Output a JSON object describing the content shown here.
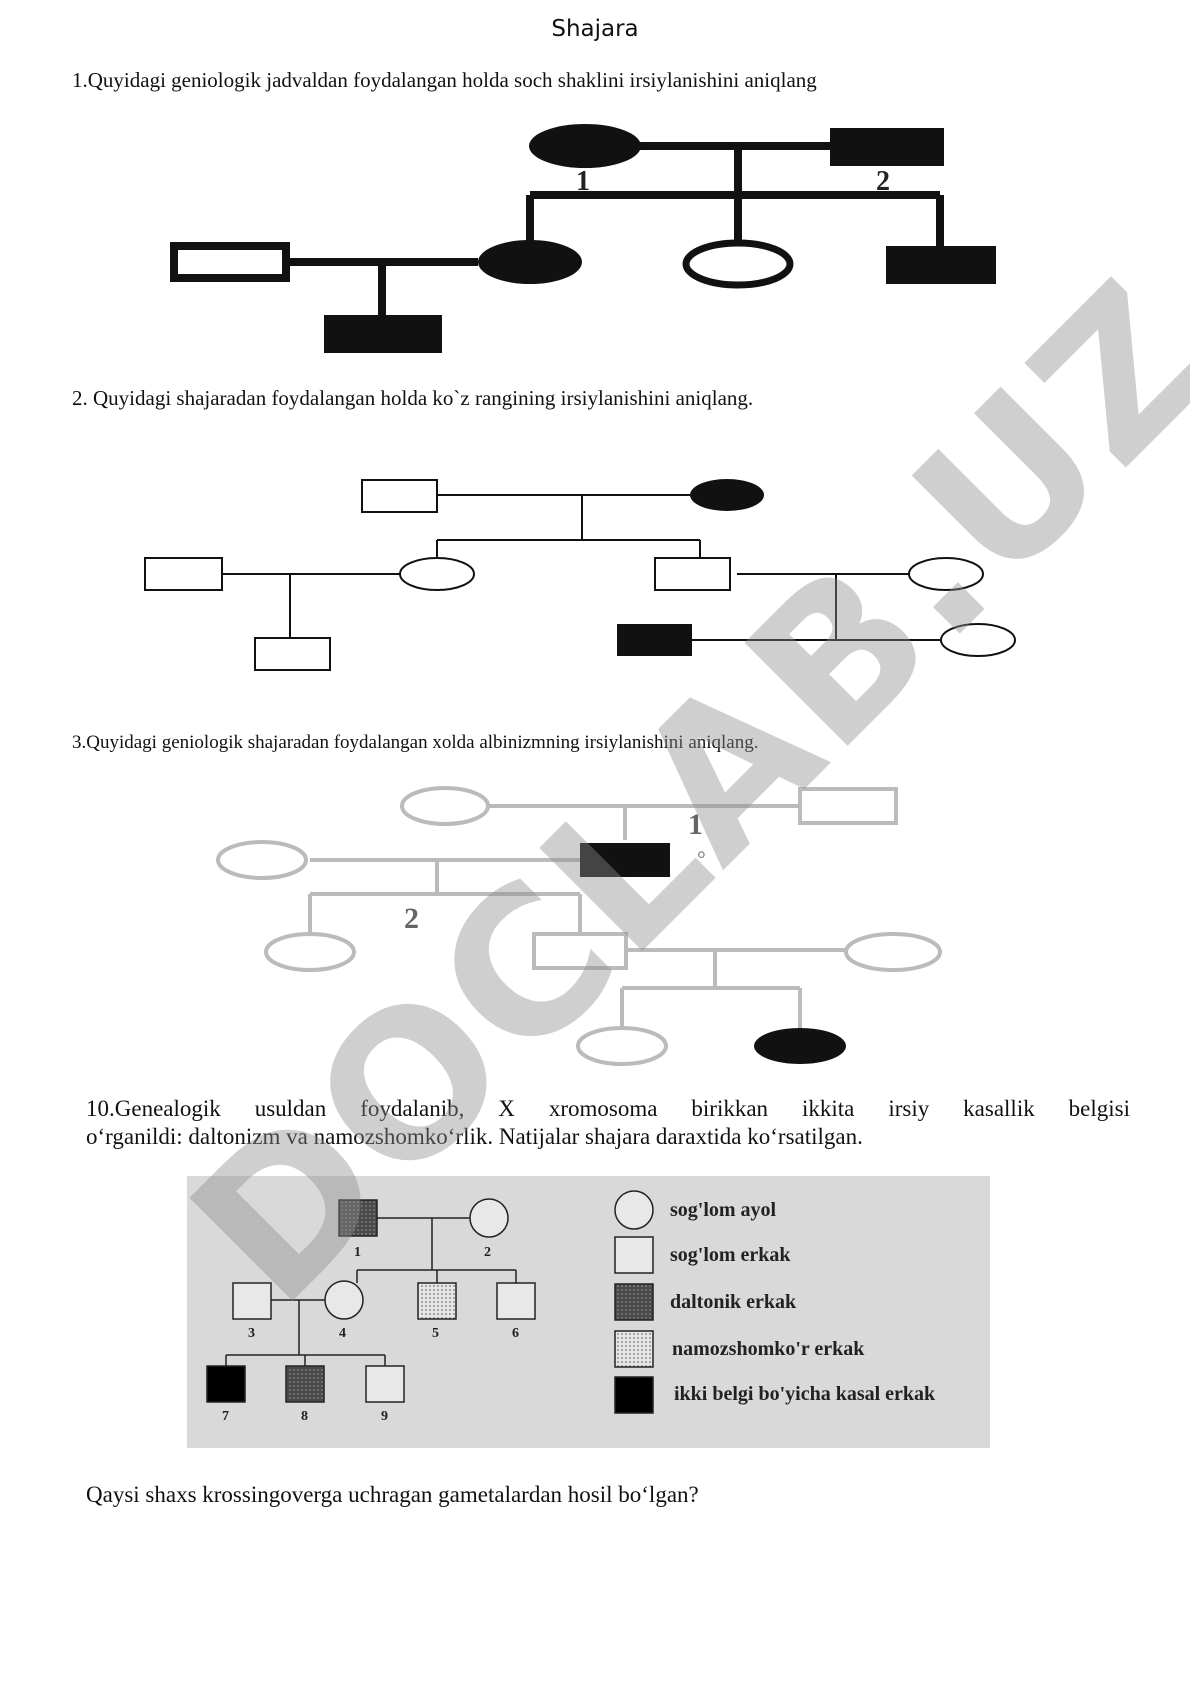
{
  "title": "Shajara",
  "q1": "1.Quyidagi geniologik jadvaldan foydalangan holda soch shaklini irsiylanishini aniqlang",
  "q2": "2. Quyidagi shajaradan foydalangan holda ko`z rangining irsiylanishini aniqlang.",
  "q3": "3.Quyidagi  geniologik  shajaradan  foydalangan xolda albinizmning irsiylanishini aniqlang.",
  "q10_line1": "10.Genealogik usuldan foydalanib, X xromosoma birikkan ikkita irsiy kasallik belgisi",
  "q10_line2": "o‘rganildi: daltonizm va namozshomko‘rlik. Natijalar shajara daraxtida ko‘rsatilgan.",
  "final_question": "Qaysi shaxs krossingoverga uchragan gametalardan hosil bo‘lgan?",
  "pedigree1": {
    "labels": [
      "1",
      "2"
    ]
  },
  "pedigree3": {
    "labels": [
      "1",
      "2",
      "°"
    ]
  },
  "pedigree10": {
    "labels": [
      "1",
      "2",
      "3",
      "4",
      "5",
      "6",
      "7",
      "8",
      "9"
    ],
    "legend": [
      "sog'lom ayol",
      "sog'lom erkak",
      "daltonik erkak",
      "namozshomko'r erkak",
      "ikki belgi bo'yicha kasal erkak"
    ]
  },
  "watermark": "DOCLAB.UZ",
  "colors": {
    "affected": "#000000",
    "panel_bg": "#d9d9d9",
    "daltonik": "#555555",
    "namozshomkor": "#d0d0d0",
    "watermark": "#8c8c8c"
  }
}
